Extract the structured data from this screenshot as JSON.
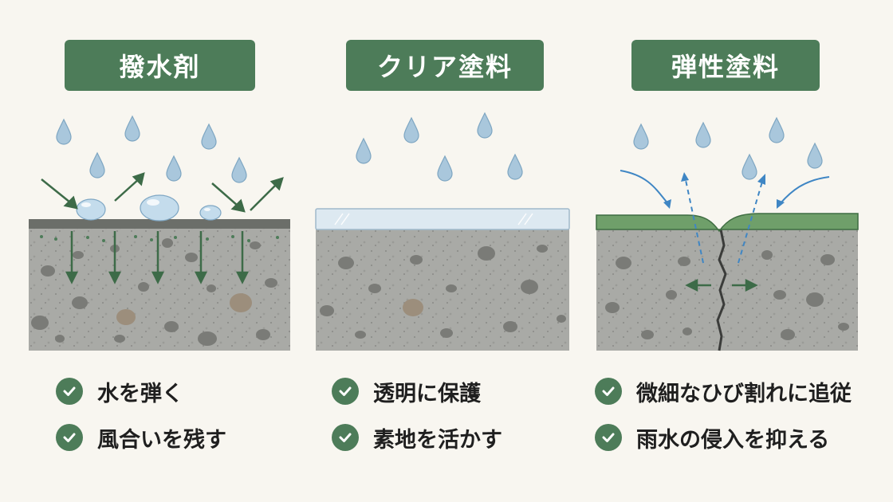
{
  "colors": {
    "accent_green": "#4d7c59",
    "background": "#f8f6f0",
    "concrete": "#a9aaa6",
    "water_drop": "#a9c7dc",
    "arrow_blue": "#3f86c4"
  },
  "panels": [
    {
      "title": "撥水剤",
      "bullets": [
        "水を弾く",
        "風合いを残す"
      ]
    },
    {
      "title": "クリア塗料",
      "bullets": [
        "透明に保護",
        "素地を活かす"
      ]
    },
    {
      "title": "弾性塗料",
      "bullets": [
        "微細なひび割れに追従",
        "雨水の侵入を抑える"
      ]
    }
  ],
  "icons": {
    "check": "check-circle-icon",
    "drop": "water-drop-icon"
  }
}
